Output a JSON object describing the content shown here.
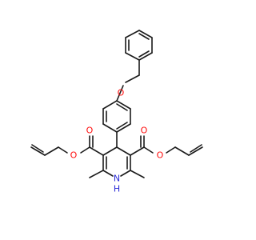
{
  "diagram": {
    "kind": "chemical-structure",
    "colors": {
      "bond": "#1a1a1a",
      "oxygen": "#ff0d0d",
      "nitrogen": "#2b2bd6",
      "background": "#ffffff"
    },
    "atom_labels": {
      "o_ether": "O",
      "o_left_ester": "O",
      "o_left_carbonyl": "O",
      "o_right_ester": "O",
      "o_right_carbonyl": "O",
      "n_ring": "N",
      "h_ring": "H"
    }
  }
}
